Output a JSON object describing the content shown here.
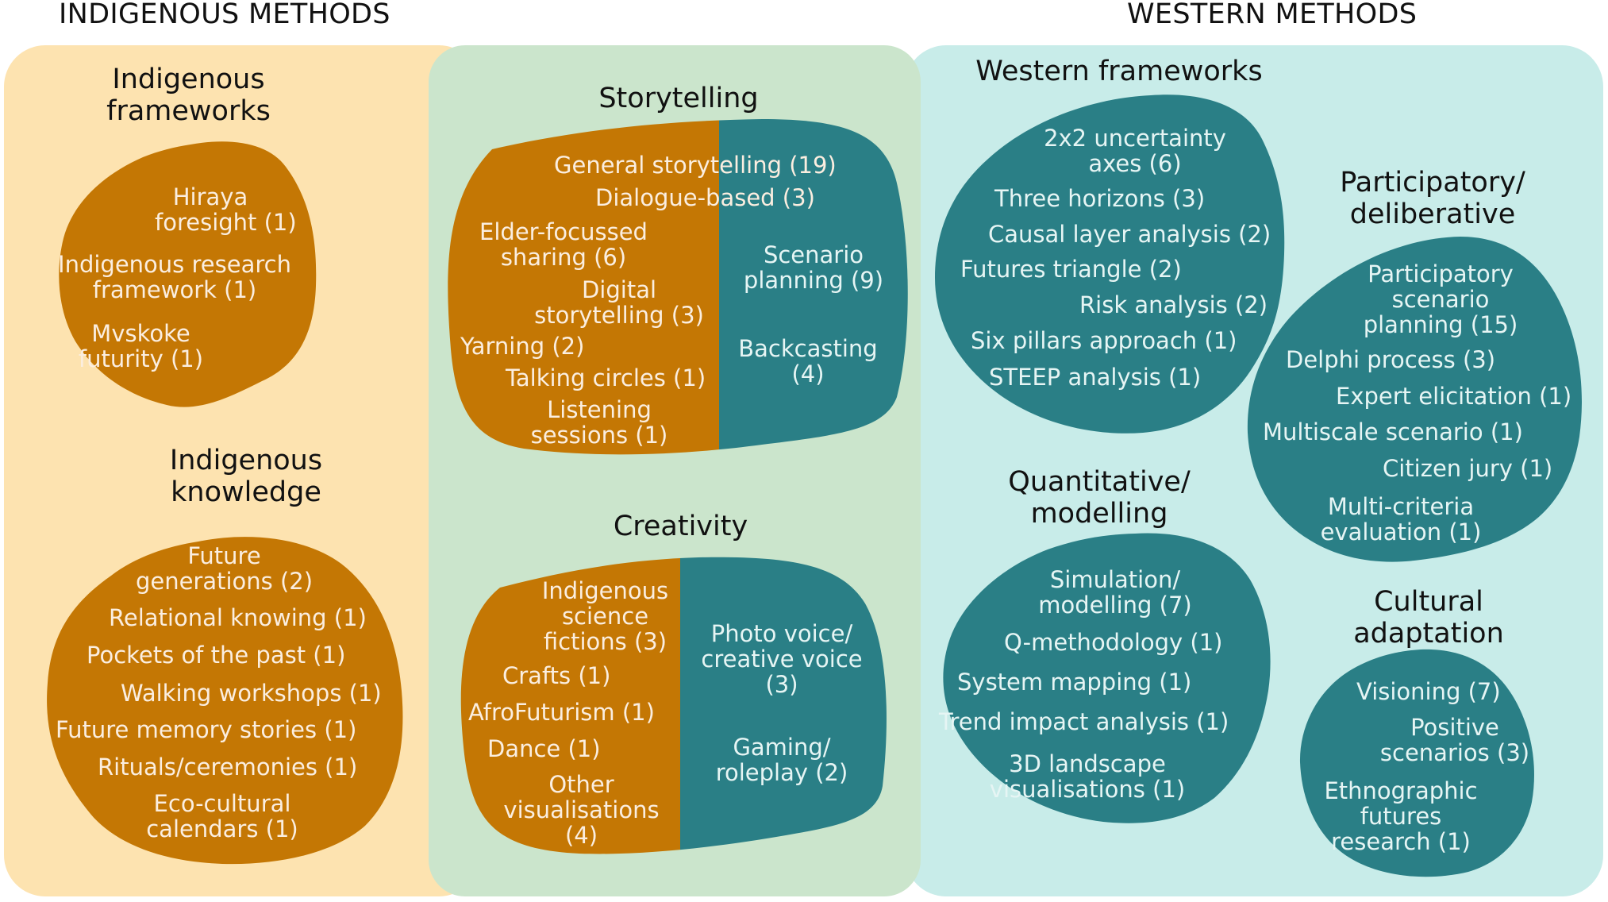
{
  "header": {
    "left": "INDIGENOUS METHODS",
    "right": "WESTERN METHODS"
  },
  "colors": {
    "indigenous_panel": "#fde3b0",
    "shared_panel": "#cbe5cc",
    "western_panel": "#c8ece9",
    "indigenous_blob": "#c47704",
    "western_blob": "#2a7f86"
  },
  "groups": {
    "indigenous_frameworks": {
      "title_l1": "Indigenous",
      "title_l2": "frameworks",
      "items": [
        [
          "Hiraya",
          "foresight (1)"
        ],
        [
          "Indigenous research",
          "framework (1)"
        ],
        [
          "Mvskoke",
          "futurity (1)"
        ]
      ]
    },
    "indigenous_knowledge": {
      "title_l1": "Indigenous",
      "title_l2": "knowledge",
      "items": [
        [
          "Future",
          "generations (2)"
        ],
        [
          "Relational knowing (1)"
        ],
        [
          "Pockets of the past (1)"
        ],
        [
          "Walking workshops (1)"
        ],
        [
          "Future memory stories (1)"
        ],
        [
          "Rituals/ceremonies (1)"
        ],
        [
          "Eco-cultural",
          "calendars (1)"
        ]
      ]
    },
    "storytelling": {
      "title": "Storytelling",
      "shared_items": [
        "General storytelling (19)",
        "Dialogue-based (3)"
      ],
      "indigenous_items": [
        [
          "Elder-focussed",
          "sharing (6)"
        ],
        [
          "Digital",
          "storytelling (3)"
        ],
        [
          "Yarning (2)"
        ],
        [
          "Talking circles (1)"
        ],
        [
          "Listening",
          "sessions (1)"
        ]
      ],
      "western_items": [
        [
          "Scenario",
          "planning (9)"
        ],
        [
          "Backcasting",
          "(4)"
        ]
      ]
    },
    "creativity": {
      "title": "Creativity",
      "indigenous_items": [
        [
          "Indigenous",
          "science",
          "fictions (3)"
        ],
        [
          "Crafts (1)"
        ],
        [
          "AfroFuturism (1)"
        ],
        [
          "Dance (1)"
        ],
        [
          "Other",
          "visualisations",
          "(4)"
        ]
      ],
      "western_items": [
        [
          "Photo voice/",
          "creative voice",
          "(3)"
        ],
        [
          "Gaming/",
          "roleplay (2)"
        ]
      ]
    },
    "western_frameworks": {
      "title": "Western frameworks",
      "items": [
        [
          "2x2 uncertainty",
          "axes (6)"
        ],
        [
          "Three horizons (3)"
        ],
        [
          "Causal layer analysis (2)"
        ],
        [
          "Futures triangle (2)"
        ],
        [
          "Risk analysis (2)"
        ],
        [
          "Six pillars approach (1)"
        ],
        [
          "STEEP analysis (1)"
        ]
      ]
    },
    "participatory": {
      "title_l1": "Participatory/",
      "title_l2": "deliberative",
      "items": [
        [
          "Participatory",
          "scenario",
          "planning (15)"
        ],
        [
          "Delphi process (3)"
        ],
        [
          "Expert elicitation (1)"
        ],
        [
          "Multiscale scenario (1)"
        ],
        [
          "Citizen jury (1)"
        ],
        [
          "Multi-criteria",
          "evaluation (1)"
        ]
      ]
    },
    "quantitative": {
      "title_l1": "Quantitative/",
      "title_l2": "modelling",
      "items": [
        [
          "Simulation/",
          "modelling (7)"
        ],
        [
          "Q-methodology (1)"
        ],
        [
          "System mapping (1)"
        ],
        [
          "Trend impact analysis (1)"
        ],
        [
          "3D landscape",
          "visualisations (1)"
        ]
      ]
    },
    "cultural": {
      "title_l1": "Cultural",
      "title_l2": "adaptation",
      "items": [
        [
          "Visioning (7)"
        ],
        [
          "Positive",
          "scenarios (3)"
        ],
        [
          "Ethnographic",
          "futures",
          "research (1)"
        ]
      ]
    }
  }
}
